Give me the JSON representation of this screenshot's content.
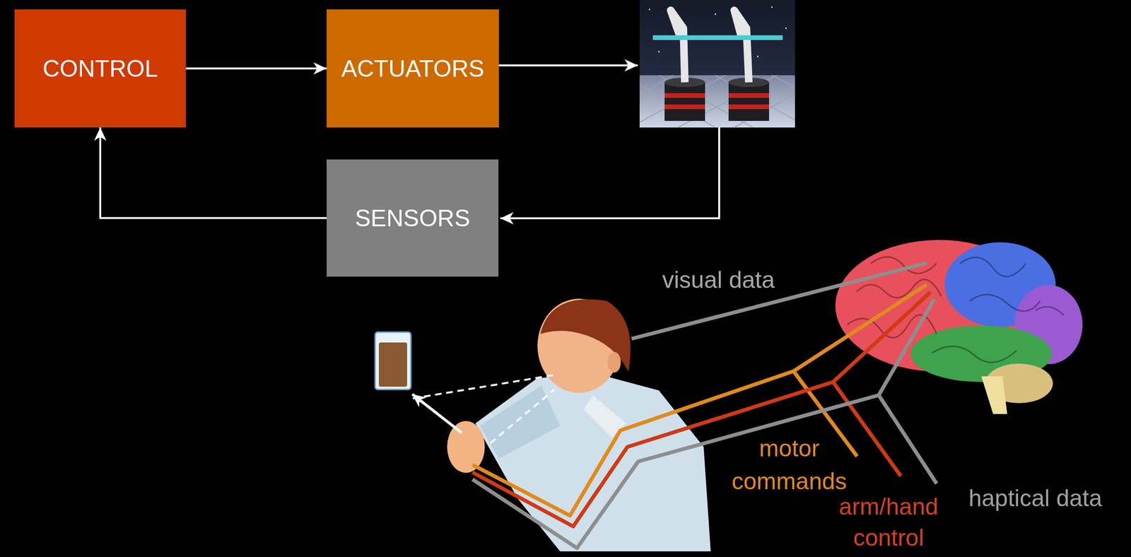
{
  "diagram": {
    "nodes": [
      {
        "text": [
          "CONTROL"
        ]
      },
      {
        "text": [
          "ACTUATORS"
        ]
      },
      {
        "text": [
          "SENSORS"
        ]
      }
    ],
    "edges": [
      {
        "from": 0,
        "to": 1,
        "arrow": "to"
      },
      {
        "from": 2,
        "to": 0,
        "arrow": "to"
      }
    ],
    "labels": [
      "visual data",
      "motor commands",
      "arm/hand control",
      "haptical data"
    ]
  }
}
